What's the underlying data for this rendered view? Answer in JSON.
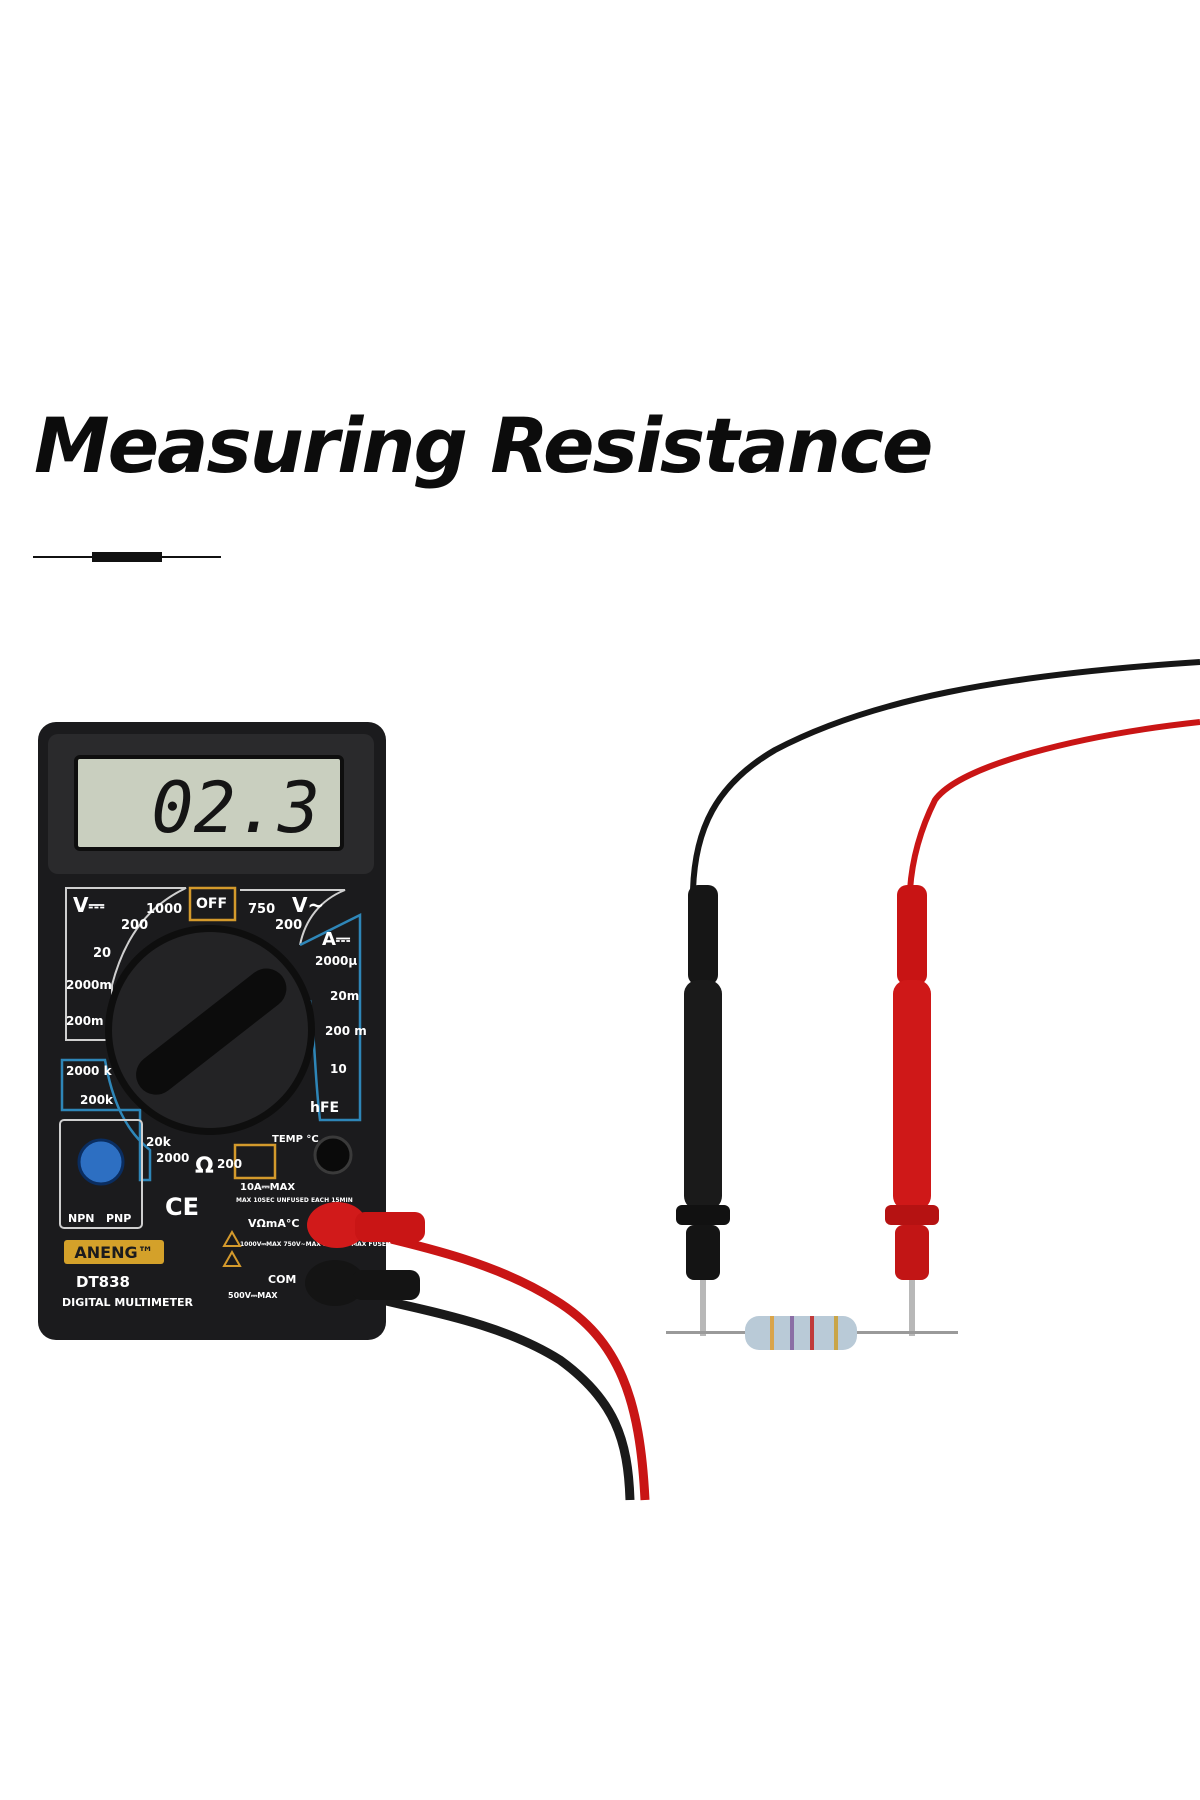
{
  "headline": "Measuring Resistance",
  "colors": {
    "background": "#ffffff",
    "headline": "#0c0c0c",
    "meter_body": "#1b1b1d",
    "lcd": "#c9cfbf",
    "accent_blue": "#2e86b8",
    "accent_orange": "#d49a2c",
    "lead_red": "#c91515",
    "lead_black": "#161616"
  },
  "meter": {
    "display_reading": "02.3",
    "brand": "ANENG™",
    "model": "DT838",
    "type": "DIGITAL MULTIMETER",
    "dial": {
      "off": "OFF",
      "dcv": "V⎓",
      "acv": "V~",
      "dca": "A⎓",
      "ohm": "Ω",
      "hfe": "hFE",
      "temp": "TEMP °C",
      "ranges": [
        "1000",
        "200",
        "20",
        "2000m",
        "200m",
        "750",
        "200",
        "2000μ",
        "20m",
        "200 m",
        "10",
        "2000 k",
        "200k",
        "20k",
        "2000",
        "200"
      ]
    },
    "sockets": {
      "npn": "NPN",
      "pnp": "PNP",
      "ten_a": "10A⎓MAX",
      "ten_a_note": "MAX 10SEC UNFUSED EACH 15MIN",
      "vohm": "VΩmA°C",
      "v_limits": "1000V⎓MAX 750V~MAX 500mA⎓MAX FUSED",
      "com": "COM",
      "com_limit": "500V⎓MAX"
    },
    "ce_mark": "CE"
  }
}
